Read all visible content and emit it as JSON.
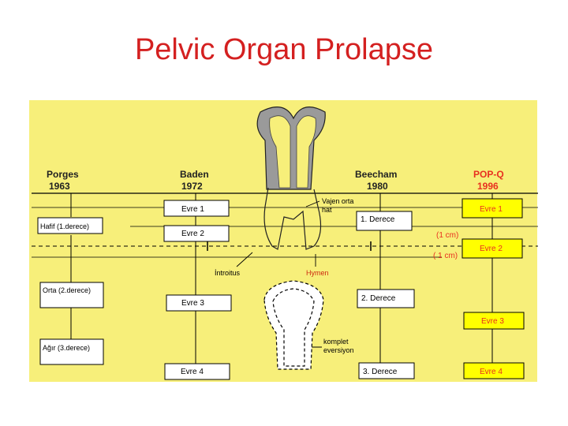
{
  "slide": {
    "title": "Pelvic Organ Prolapse"
  },
  "colors": {
    "title": "#d42020",
    "background": "#f7ef7a",
    "popq_accent": "#e83020",
    "hymen_label": "#cc2a10",
    "box_fill": "#ffffff",
    "popq_box_fill": "#ffff00"
  },
  "systems": {
    "porges": {
      "name": "Porges",
      "year": "1963",
      "grades": [
        "Hafif (1.derece)",
        "Orta (2.derece)",
        "Ağır (3.derece)"
      ]
    },
    "baden": {
      "name": "Baden",
      "year": "1972",
      "grades": [
        "Evre 1",
        "Evre 2",
        "Evre 3",
        "Evre 4"
      ]
    },
    "beecham": {
      "name": "Beecham",
      "year": "1980",
      "grades": [
        "1. Derece",
        "2. Derece",
        "3. Derece"
      ]
    },
    "popq": {
      "name": "POP-Q",
      "year": "1996",
      "grades": [
        "Evre 1",
        "Evre 2",
        "Evre 3",
        "Evre 4"
      ]
    }
  },
  "annotations": {
    "vagen_line": "Vajen orta hat",
    "introitus": "İntroitus",
    "hymen": "Hymen",
    "cm_above": "(1 cm)",
    "cm_below": "( 1 cm)",
    "eversion": "komplet eversiyon"
  },
  "icons": [
    "vagina-normal-icon",
    "vagina-everted-icon"
  ]
}
